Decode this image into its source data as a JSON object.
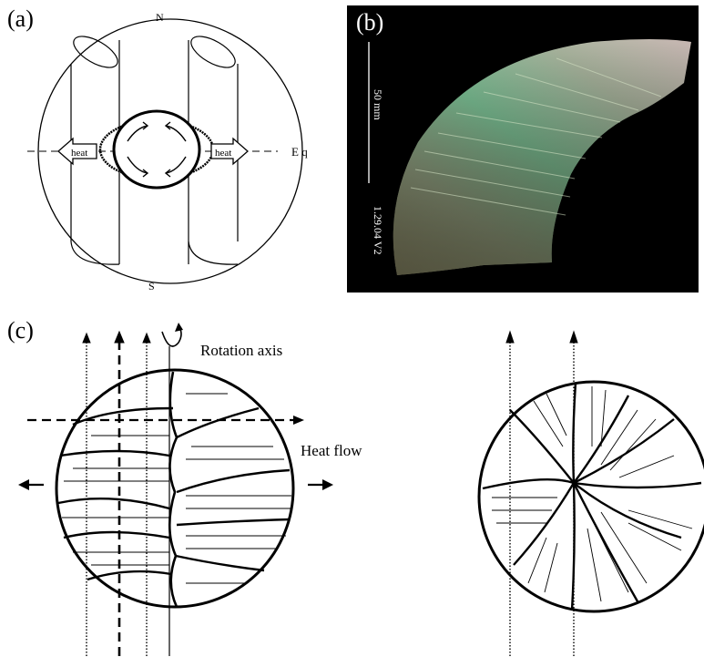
{
  "figure": {
    "panel_a": {
      "label": "(a)",
      "north_label": "N",
      "south_label": "S",
      "equator_label": "E q",
      "heat_left": "heat",
      "heat_right": "heat"
    },
    "panel_b": {
      "label": "(b)",
      "scale_text": "50 mm",
      "specimen_id": "1.29.04 V2",
      "background_color": "#000000"
    },
    "panel_c": {
      "label": "(c)",
      "rotation_label": "Rotation axis",
      "heat_flow_label": "Heat flow"
    }
  }
}
